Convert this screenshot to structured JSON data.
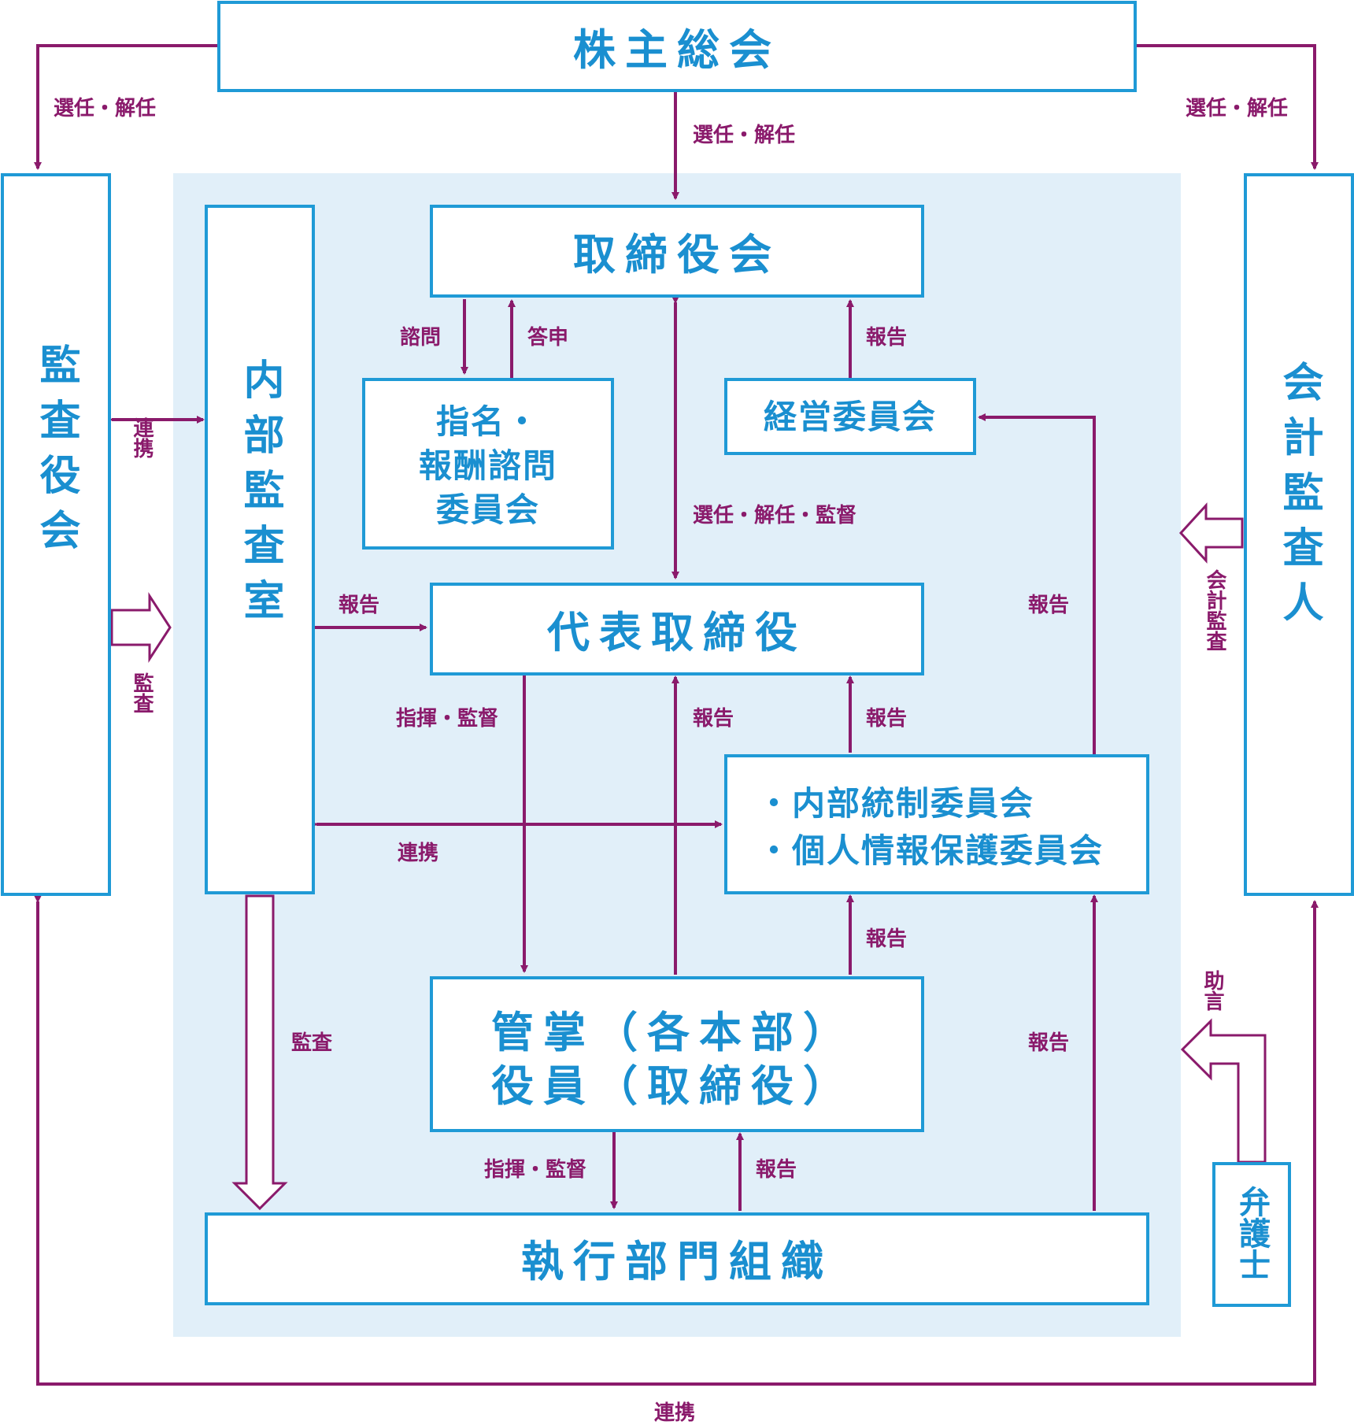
{
  "boxes": {
    "shareholders": "株主総会",
    "board": "取締役会",
    "nomination": [
      "指名・",
      "報酬諮問",
      "委員会"
    ],
    "management_committee": "経営委員会",
    "representative_director": "代表取締役",
    "internal_control": [
      "・内部統制委員会",
      "・個人情報保護委員会"
    ],
    "officers": [
      "管掌（各本部）",
      "役員（取締役）"
    ],
    "execution": "執行部門組織",
    "audit_board": "監査役会",
    "internal_audit": "内部監査室",
    "accounting_auditor": "会計監査人",
    "lawyer": "弁護士"
  },
  "labels": {
    "appoint_dismiss": "選任・解任",
    "appoint_dismiss_supervise": "選任・解任・監督",
    "consult": "諮問",
    "answer": "答申",
    "report": "報告",
    "direct_supervise": "指揮・監督",
    "cooperate": "連携",
    "audit": "監査",
    "accounting_audit": "会計監査",
    "advice": "助言"
  },
  "colors": {
    "box_border": "#1f9ad6",
    "box_text": "#1a8fd0",
    "arrow": "#8a1a6b",
    "background_panel": "#e1eff9"
  }
}
